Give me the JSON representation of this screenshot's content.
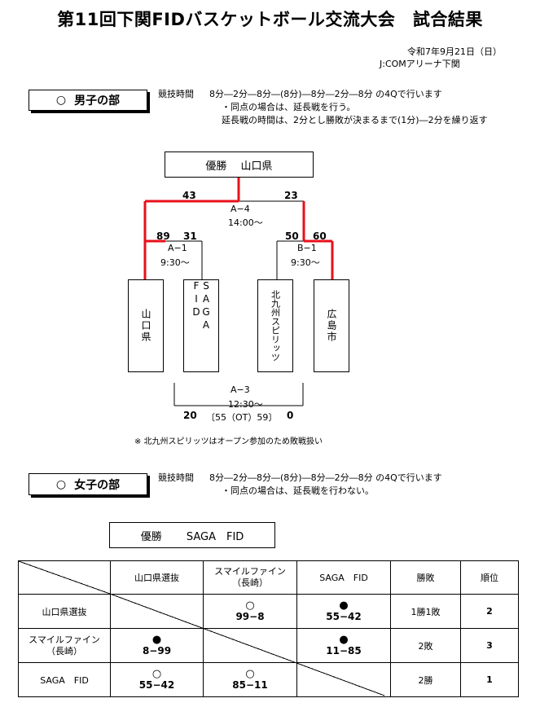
{
  "title": "第11回下関FIDバスケットボール交流大会　試合結果",
  "date": "令和7年9月21日（日）",
  "venue": "J:COMアリーナ下関",
  "men": {
    "section": "男子の部",
    "circle": "○",
    "rules_label": "競技時間",
    "rules_line1": "8分―2分―8分―(8分)―8分―2分―8分 の4Qで行います",
    "rules_line2": "・同点の場合は、延長戦を行う。",
    "rules_line3": "延長戦の時間は、2分とし勝敗が決まるまで(1分)―2分を繰り返す",
    "champion": "優勝　 山口県",
    "final": {
      "code": "A−4",
      "time": "14:00〜",
      "left": "43",
      "right": "23"
    },
    "semi_a": {
      "code": "A−1",
      "time": "9:30〜",
      "left": "89",
      "right": "31"
    },
    "semi_b": {
      "code": "B−1",
      "time": "9:30〜",
      "left": "50",
      "right": "60"
    },
    "third": {
      "code": "A−3",
      "time": "12:30〜",
      "left": "20",
      "right": "0",
      "note": "〔55（OT）59〕"
    },
    "teams": [
      "山口県",
      "SAGA FID",
      "北九州スピリッツ",
      "広島市"
    ],
    "note": "※ 北九州スピリッツはオープン参加のため敗戦扱い"
  },
  "women": {
    "section": "女子の部",
    "circle": "○",
    "rules_label": "競技時間",
    "rules_line1": "8分―2分―8分―(8分)―8分―2分―8分 の4Qで行います",
    "rules_line2": "・同点の場合は、延長戦を行わない。",
    "champion": "優勝　　 SAGA　FID",
    "table": {
      "headers": [
        "山口県選抜",
        "スマイルファイン\n（長崎）",
        "SAGA　FID",
        "勝敗",
        "順位"
      ],
      "rows": [
        {
          "team": "山口県選抜",
          "cells": [
            null,
            {
              "mark": "○",
              "score": "99−8"
            },
            {
              "mark": "●",
              "score": "55−42"
            }
          ],
          "record": "1勝1敗",
          "rank": "2"
        },
        {
          "team": "スマイルファイン\n（長崎）",
          "cells": [
            {
              "mark": "●",
              "score": "8−99"
            },
            null,
            {
              "mark": "●",
              "score": "11−85"
            }
          ],
          "record": "2敗",
          "rank": "3"
        },
        {
          "team": "SAGA　FID",
          "cells": [
            {
              "mark": "○",
              "score": "55−42"
            },
            {
              "mark": "○",
              "score": "85−11"
            },
            null
          ],
          "record": "2勝",
          "rank": "1"
        }
      ]
    }
  },
  "colors": {
    "winner_line": "#e8101a",
    "line": "#000000"
  }
}
